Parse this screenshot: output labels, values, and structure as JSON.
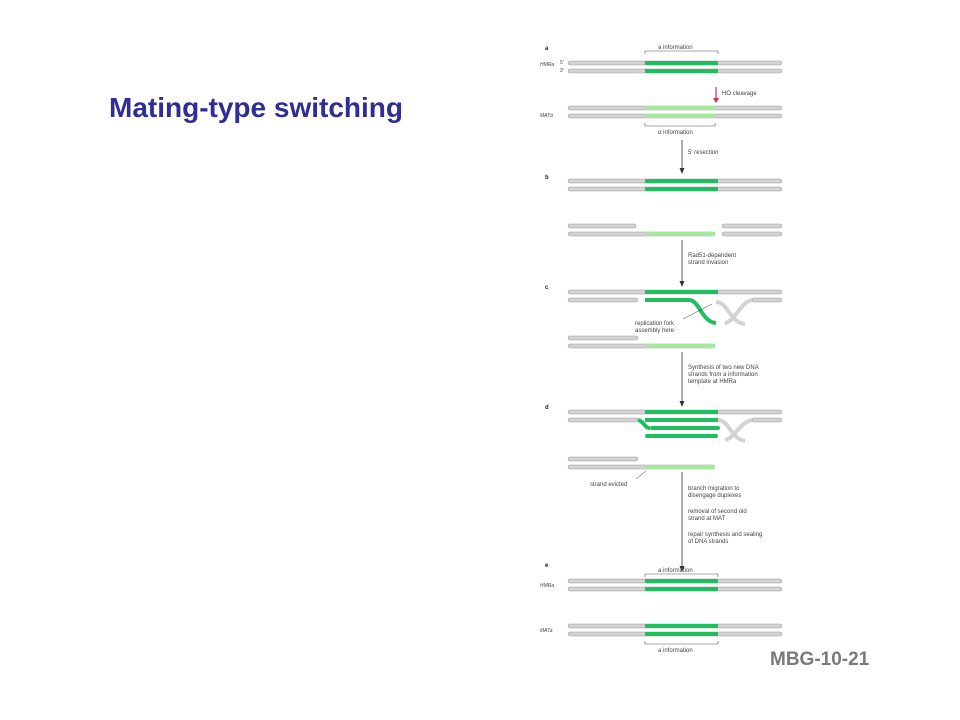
{
  "slide": {
    "title": "Mating-type switching",
    "id": "MBG-10-21"
  },
  "figure": {
    "panels": [
      "a",
      "b",
      "c",
      "d",
      "e"
    ],
    "labels": {
      "a_information_top": "a information",
      "alpha_information": "α information",
      "hmr_a": "HMRa",
      "mat_alpha": "MATα",
      "ho_cleavage": "HO cleavage",
      "resection": "5′ resection",
      "rad51": [
        "Rad51-dependent",
        "strand invasion"
      ],
      "fork": [
        "replication fork",
        "assembly here"
      ],
      "synthesis": [
        "Synthesis of two new DNA",
        "strands from a information",
        "template at HMRa"
      ],
      "strand_ends": {
        "five": "5′",
        "three": "3′"
      },
      "strand_evicted": "strand evicted",
      "branch": [
        "branch migration to",
        "disengage duplexes"
      ],
      "removal": [
        "removal of second old",
        "strand at MAT"
      ],
      "repair": [
        "repair synthesis and sealing",
        "of DNA strands"
      ],
      "a_information_hmr": "a information",
      "mat_a": "MATa",
      "a_information_mat": "a information"
    },
    "colors": {
      "dna_grey": "#d3d3d3",
      "dna_outline": "#9a9a9a",
      "a_green": "#1fbf60",
      "alpha_green": "#a6e7a0",
      "arrow": "#333333",
      "cleavage": "#e0245e"
    }
  }
}
